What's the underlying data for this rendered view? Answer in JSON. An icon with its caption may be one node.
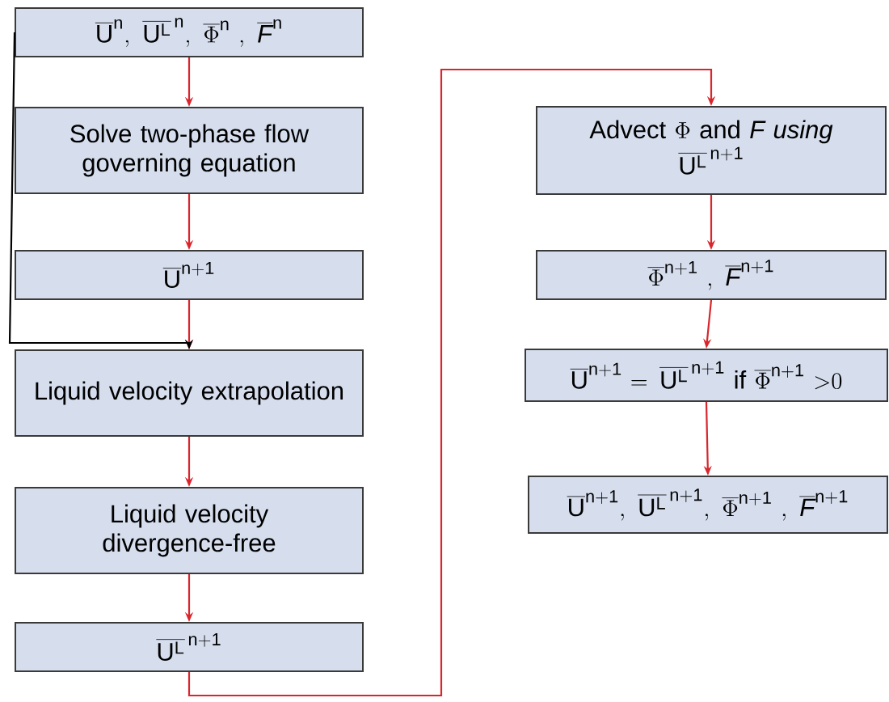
{
  "diagram": {
    "nodes": [
      {
        "text": [
          "\\overline{\\mathrm{U}}^{\\mathrm{n}},\\ \\overline{\\mathrm{U}^{\\mathrm{L}}}^{\\,\\mathrm{n}},\\ \\overline{\\Phi}^{\\mathrm{n}}\\ ,\\ \\overline{\\mathit{F}}^{\\mathrm{n}}"
        ]
      },
      {
        "text": [
          "Solve two-phase flow governing equation"
        ]
      },
      {
        "text": [
          "\\overline{\\mathrm{U}}^{\\mathrm{n{+}1}}"
        ]
      },
      {
        "text": [
          "Liquid velocity extrapolation"
        ]
      },
      {
        "text": [
          "Liquid velocity divergence-free"
        ]
      },
      {
        "text": [
          "\\overline{\\mathrm{U}^{\\mathrm{L}}}^{\\,\\mathrm{n{+}1}}"
        ]
      },
      {
        "text": [
          "\\begin{array}{c}\\mathrm{Advect}\\ \\Phi\\ \\mathrm{and}\\ \\mathit{F\\ using}\\\\ \\overline{\\mathrm{U}^{\\mathrm{L}}}^{\\,\\mathrm{n{+}1}}\\end{array}"
        ]
      },
      {
        "text": [
          "\\overline{\\Phi}^{\\mathrm{n{+}1}}\\ ,\\ \\overline{\\mathit{F}}^{\\mathrm{n{+}1}}"
        ]
      },
      {
        "text": [
          "\\overline{\\mathrm{U}}^{\\mathrm{n{+}1}}\\!=\\overline{\\mathrm{U}^{\\mathrm{L}}}^{\\,\\mathrm{n{+}1}}\\ \\mathrm{if}\\ \\overline{\\Phi}^{\\mathrm{n{+}1}}\\ {>}0"
        ]
      },
      {
        "text": [
          "\\overline{\\mathrm{U}}^{\\mathrm{n{+}1}},\\ \\overline{\\mathrm{U}^{\\mathrm{L}}}^{\\,\\mathrm{n{+}1}},\\ \\overline{\\Phi}^{\\mathrm{n{+}1}}\\ ,\\ \\overline{\\mathit{F}}^{\\mathrm{n{+}1}}"
        ]
      }
    ],
    "edges": [
      {
        "from": 0,
        "to": 1,
        "arrow": "to"
      },
      {
        "from": 1,
        "to": 2,
        "arrow": "to"
      },
      {
        "from": 2,
        "to": 3,
        "arrow": "to"
      },
      {
        "from": 0,
        "to": 3,
        "arrow": "to",
        "color": "#000000"
      },
      {
        "from": 3,
        "to": 4,
        "arrow": "to"
      },
      {
        "from": 4,
        "to": 5,
        "arrow": "to"
      },
      {
        "from": 5,
        "to": 6,
        "arrow": "to"
      },
      {
        "from": 6,
        "to": 7,
        "arrow": "to"
      },
      {
        "from": 7,
        "to": 8,
        "arrow": "to"
      },
      {
        "from": 8,
        "to": 9,
        "arrow": "to"
      }
    ]
  }
}
